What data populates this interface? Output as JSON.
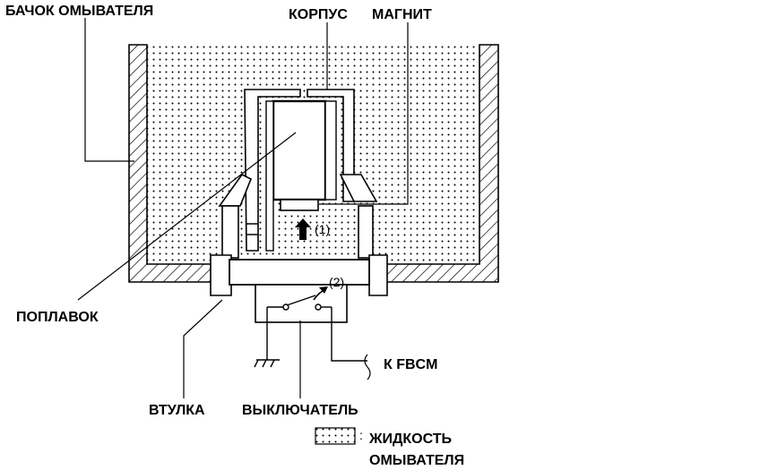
{
  "labels": {
    "tank": "БАЧОК ОМЫВАТЕЛЯ",
    "body": "КОРПУС",
    "magnet": "МАГНИТ",
    "float": "ПОПЛАВОК",
    "bushing": "ВТУЛКА",
    "switch": "ВЫКЛЮЧАТЕЛЬ",
    "to_fbcm": "К FBCM"
  },
  "callouts": {
    "arrow_1": "(1)",
    "arrow_2": "(2)"
  },
  "legend": {
    "fluid_line1": "ЖИДКОСТЬ",
    "fluid_line2": "ОМЫВАТЕЛЯ"
  }
}
